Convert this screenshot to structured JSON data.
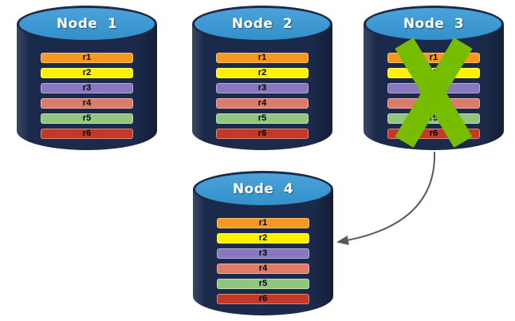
{
  "diagram": {
    "background": "#FFFFFF",
    "nodes": [
      {
        "title": "Node 1",
        "rows": [
          "r1",
          "r2",
          "r3",
          "r4",
          "r5",
          "r6"
        ]
      },
      {
        "title": "Node 2",
        "rows": [
          "r1",
          "r2",
          "r3",
          "r4",
          "r5",
          "r6"
        ]
      },
      {
        "title": "Node 3",
        "rows": [
          "r1",
          "r2",
          "r3",
          "r4",
          "r5",
          "r6"
        ],
        "marked_failed": true
      },
      {
        "title": "Node 4",
        "rows": [
          "r1",
          "r2",
          "r3",
          "r4",
          "r5",
          "r6"
        ]
      }
    ],
    "row_colors": [
      "#F8991D",
      "#FFF200",
      "#8878BE",
      "#DD7B6A",
      "#90C67E",
      "#C43826"
    ],
    "colors": {
      "cylinder_body": "#1B2A4A",
      "cylinder_top": "#3699D6",
      "fail_x": "#76BD00",
      "arrow": "#595959",
      "bar_label": "#000000",
      "node_title": "#FFFFFF"
    },
    "failure_x": {
      "over_node": "Node 3"
    },
    "arrow": {
      "from_node": "Node 3",
      "to_node": "Node 4"
    }
  }
}
